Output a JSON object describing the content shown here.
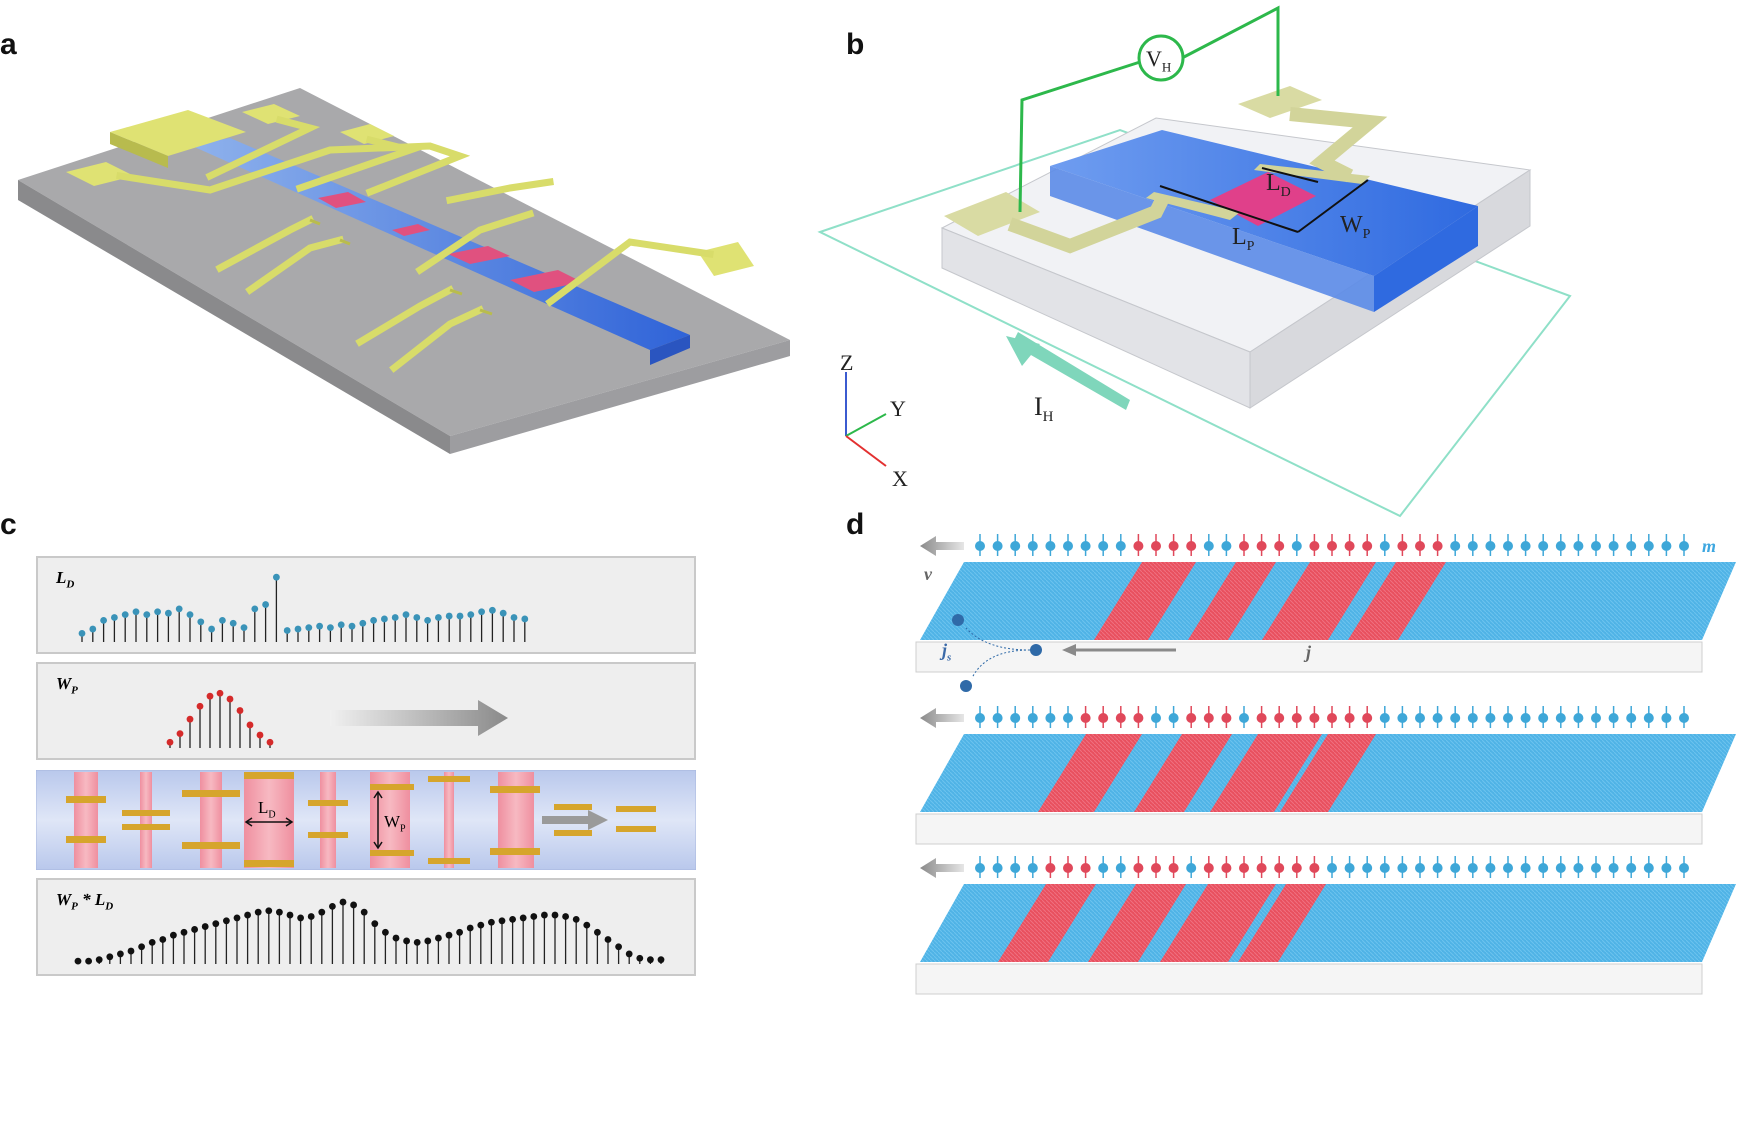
{
  "panels": {
    "a": {
      "label": "a"
    },
    "b": {
      "label": "b",
      "voltmeter": "V",
      "voltmeter_sub": "H",
      "ld": "L",
      "ld_sub": "D",
      "lp": "L",
      "lp_sub": "P",
      "wp": "W",
      "wp_sub": "P",
      "current": "I",
      "current_sub": "H",
      "axes": {
        "z": "Z",
        "y": "Y",
        "x": "X"
      }
    },
    "c": {
      "label": "c",
      "row1_label": "L",
      "row1_sub": "D",
      "row2_label": "W",
      "row2_sub": "P",
      "row3_ld": "L",
      "row3_ld_sub": "D",
      "row3_wp": "W",
      "row3_wp_sub": "P",
      "row4_label": "W",
      "row4_sub": "P",
      "row4_op": " * ",
      "row4_label2": "L",
      "row4_sub2": "D"
    },
    "d": {
      "label": "d",
      "m": "m",
      "v": "v",
      "js": "j",
      "js_sub": "s",
      "j": "j"
    }
  },
  "colors": {
    "blue": "#3d7ee0",
    "red": "#e33b6e",
    "gold": "#d8dc6a",
    "green": "#2db84b",
    "d_blue": "#4fb3e6",
    "d_red": "#e8505e"
  },
  "chart_data": [
    {
      "type": "bar",
      "title": "L_D",
      "values": [
        0.12,
        0.18,
        0.3,
        0.34,
        0.38,
        0.42,
        0.38,
        0.42,
        0.4,
        0.46,
        0.38,
        0.28,
        0.18,
        0.3,
        0.26,
        0.2,
        0.46,
        0.52,
        0.9,
        0.16,
        0.18,
        0.2,
        0.22,
        0.2,
        0.24,
        0.22,
        0.26,
        0.3,
        0.32,
        0.34,
        0.38,
        0.34,
        0.3,
        0.34,
        0.36,
        0.36,
        0.38,
        0.42,
        0.44,
        0.4,
        0.34,
        0.32
      ]
    },
    {
      "type": "bar",
      "title": "W_P",
      "values": [
        0.08,
        0.2,
        0.4,
        0.58,
        0.72,
        0.76,
        0.68,
        0.52,
        0.32,
        0.18,
        0.08
      ]
    },
    {
      "type": "bar",
      "title": "W_P * L_D",
      "values": [
        0.04,
        0.04,
        0.06,
        0.1,
        0.14,
        0.18,
        0.24,
        0.3,
        0.34,
        0.4,
        0.44,
        0.48,
        0.52,
        0.56,
        0.6,
        0.64,
        0.68,
        0.72,
        0.74,
        0.72,
        0.68,
        0.64,
        0.66,
        0.72,
        0.8,
        0.86,
        0.82,
        0.72,
        0.56,
        0.44,
        0.36,
        0.32,
        0.3,
        0.32,
        0.36,
        0.4,
        0.44,
        0.5,
        0.54,
        0.58,
        0.6,
        0.62,
        0.64,
        0.66,
        0.68,
        0.68,
        0.66,
        0.62,
        0.54,
        0.44,
        0.34,
        0.24,
        0.14,
        0.08,
        0.06,
        0.06
      ]
    }
  ]
}
